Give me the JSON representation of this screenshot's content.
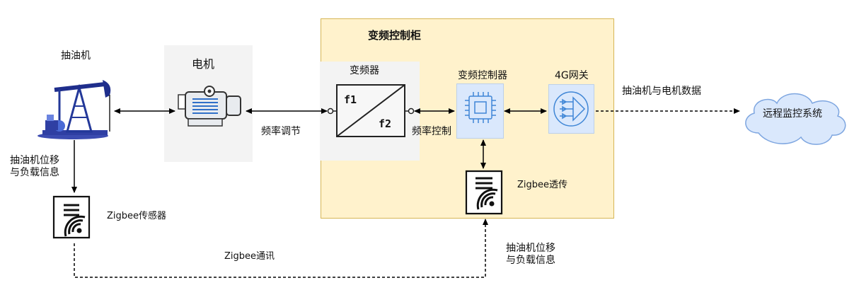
{
  "cabinet": {
    "title": "变频控制柜"
  },
  "pump_jack": {
    "label": "抽油机"
  },
  "motor": {
    "label": "电机"
  },
  "inverter": {
    "label": "变频器",
    "f_in": "f1",
    "f_out": "f2"
  },
  "controller": {
    "label": "变频控制器"
  },
  "gateway": {
    "label": "4G网关"
  },
  "cloud": {
    "label": "远程监控系统"
  },
  "sensor": {
    "label": "Zigbee传感器"
  },
  "transceiver": {
    "label": "Zigbee透传"
  },
  "edges": {
    "freq_adjust": "频率调节",
    "freq_control": "频率控制",
    "data_out": "抽油机与电机数据",
    "zigbee_comm": "Zigbee通讯",
    "displacement_left_1": "抽油机位移",
    "displacement_left_2": "与负载信息",
    "displacement_right_1": "抽油机位移",
    "displacement_right_2": "与负载信息"
  },
  "colors": {
    "cabinet_fill": "#fff2cc",
    "cabinet_border": "#d6b656",
    "component_fill": "#dae8fc",
    "cloud_fill": "#dae8fc",
    "cloud_stroke": "#7ea6e0"
  }
}
